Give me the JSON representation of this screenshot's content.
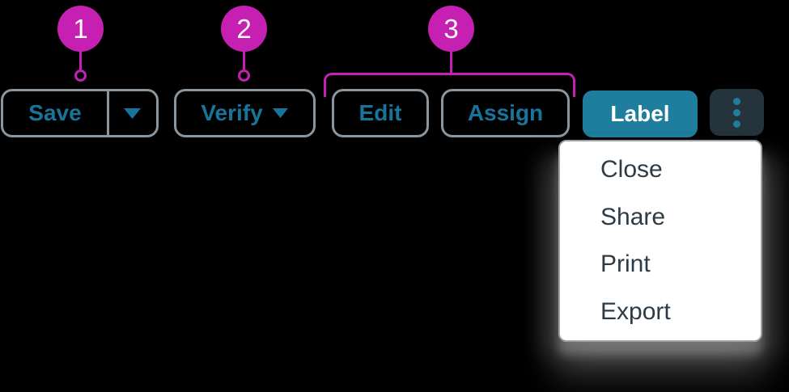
{
  "colors": {
    "background": "#000000",
    "marker_magenta": "#C520B2",
    "button_text_teal": "#17759B",
    "label_button_fill": "#1F7E9E",
    "kebab_button_fill": "#25333D",
    "button_border_gray": "#8A959D",
    "menu_background": "#FFFFFF",
    "menu_text": "#2C3B45"
  },
  "markers": {
    "marker1": {
      "number": "1"
    },
    "marker2": {
      "number": "2"
    },
    "marker3": {
      "number": "3"
    }
  },
  "toolbar": {
    "save_label": "Save",
    "verify_label": "Verify",
    "edit_label": "Edit",
    "assign_label": "Assign",
    "label_label": "Label"
  },
  "icons": {
    "save_dropdown": "chevron-down-icon",
    "verify_dropdown": "chevron-down-icon",
    "more_actions": "kebab-menu-icon"
  },
  "menu": {
    "items": [
      {
        "label": "Close"
      },
      {
        "label": "Share"
      },
      {
        "label": "Print"
      },
      {
        "label": "Export"
      }
    ]
  }
}
